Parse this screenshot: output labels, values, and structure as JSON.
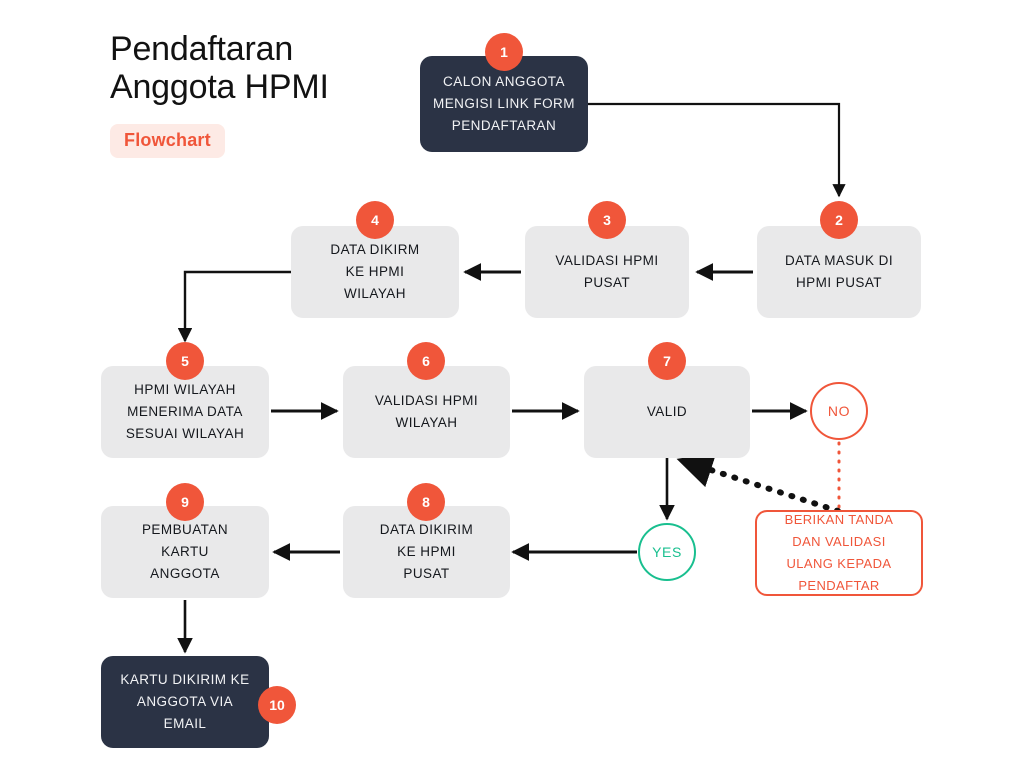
{
  "header": {
    "title": "Pendaftaran\nAnggota HPMI",
    "badge": "Flowchart"
  },
  "palette": {
    "accent_orange": "#f0563a",
    "badge_bg": "#fdeae5",
    "node_gray": "#e9e9ea",
    "node_dark": "#2b3345",
    "yes_green": "#19bf8f",
    "text_dark": "#15181d",
    "canvas": "#ffffff"
  },
  "nodes": [
    {
      "step": "1",
      "label": "CALON ANGGOTA\nMENGISI LINK FORM\nPENDAFTARAN",
      "style": "dark"
    },
    {
      "step": "2",
      "label": "DATA MASUK DI\nHPMI PUSAT",
      "style": "gray"
    },
    {
      "step": "3",
      "label": "VALIDASI HPMI\nPUSAT",
      "style": "gray"
    },
    {
      "step": "4",
      "label": "DATA DIKIRM\nKE HPMI\nWILAYAH",
      "style": "gray"
    },
    {
      "step": "5",
      "label": "HPMI WILAYAH\nMENERIMA DATA\nSESUAI WILAYAH",
      "style": "gray"
    },
    {
      "step": "6",
      "label": "VALIDASI HPMI\nWILAYAH",
      "style": "gray"
    },
    {
      "step": "7",
      "label": "VALID",
      "style": "gray"
    },
    {
      "step": "8",
      "label": "DATA DIKIRIM\nKE HPMI\nPUSAT",
      "style": "gray"
    },
    {
      "step": "9",
      "label": "PEMBUATAN\nKARTU\nANGGOTA",
      "style": "gray"
    },
    {
      "step": "10",
      "label": "KARTU DIKIRIM KE\nANGGOTA VIA\nEMAIL",
      "style": "dark"
    }
  ],
  "decisions": [
    {
      "label": "NO",
      "kind": "no"
    },
    {
      "label": "YES",
      "kind": "yes"
    }
  ],
  "note": {
    "label": "BERIKAN TANDA\nDAN VALIDASI\nULANG KEPADA\nPENDAFTAR"
  }
}
